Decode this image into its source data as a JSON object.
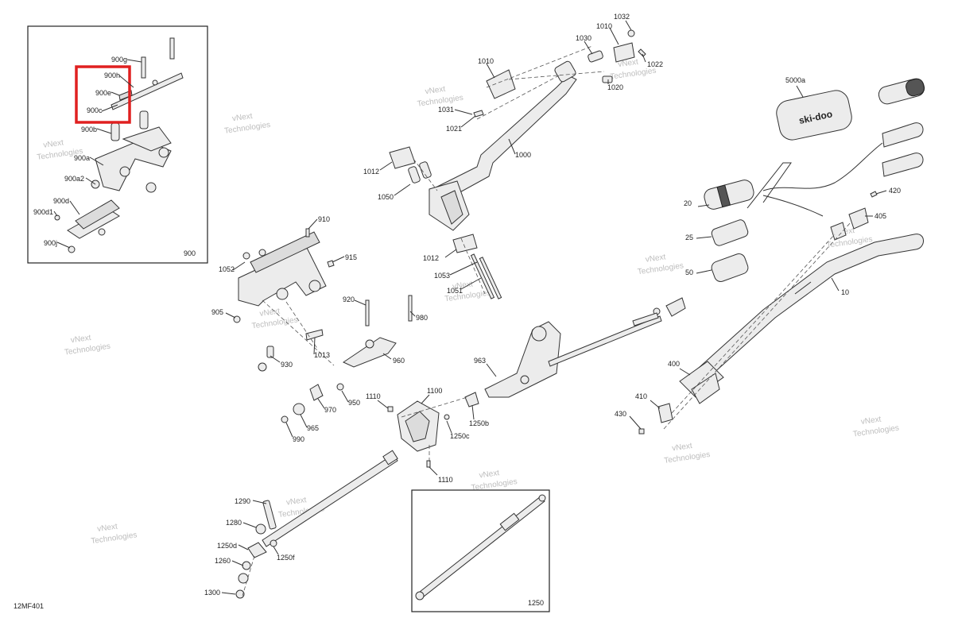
{
  "diagram_code": "12MF401",
  "highlight_color": "#e02020",
  "watermark": {
    "line1": "vNext",
    "line2": "Technologies"
  },
  "callouts": {
    "c900g": "900g",
    "c900h": "900h",
    "c900e": "900e",
    "c900c": "900c",
    "c900b": "900b",
    "c900a": "900a",
    "c900a2": "900a2",
    "c900d": "900d",
    "c900d1": "900d1",
    "c900j": "900j",
    "c900": "900",
    "c1032": "1032",
    "c1010a": "1010",
    "c1030": "1030",
    "c1022": "1022",
    "c1010b": "1010",
    "c1020": "1020",
    "c1031": "1031",
    "c1021": "1021",
    "c1000": "1000",
    "c1012a": "1012",
    "c1050": "1050",
    "c1012b": "1012",
    "c1053": "1053",
    "c1051": "1051",
    "c5000a": "5000a",
    "c20": "20",
    "c25": "25",
    "c50": "50",
    "c420": "420",
    "c405": "405",
    "c10": "10",
    "c910": "910",
    "c1052": "1052",
    "c915": "915",
    "c905": "905",
    "c920": "920",
    "c980": "980",
    "c1013": "1013",
    "c930": "930",
    "c960": "960",
    "c970": "970",
    "c950": "950",
    "c965": "965",
    "c990": "990",
    "c963": "963",
    "c400": "400",
    "c410": "410",
    "c430": "430",
    "c1110a": "1110",
    "c1100": "1100",
    "c1250b": "1250b",
    "c1250c": "1250c",
    "c1110b": "1110",
    "c1290": "1290",
    "c1280": "1280",
    "c1250d": "1250d",
    "c1250f": "1250f",
    "c1260": "1260",
    "c1300": "1300",
    "c1250": "1250"
  }
}
